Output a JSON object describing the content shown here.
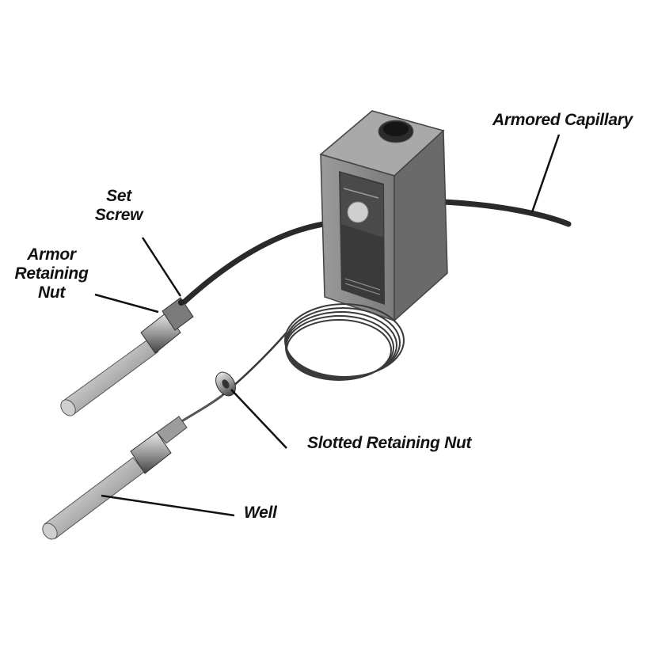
{
  "labels": {
    "armored_capillary": "Armored Capillary",
    "set_screw": [
      "Set",
      "Screw"
    ],
    "armor_retaining_nut": [
      "Armor",
      "Retaining",
      "Nut"
    ],
    "slotted_retaining_nut": "Slotted Retaining Nut",
    "well": "Well"
  },
  "colors": {
    "background": "#ffffff",
    "ink": "#111111",
    "housing_front": "#8a8a8a",
    "housing_side": "#6e6e6e",
    "housing_top": "#a8a8a8",
    "metal_light": "#d8d8d8",
    "metal_dark": "#5a5a5a"
  }
}
